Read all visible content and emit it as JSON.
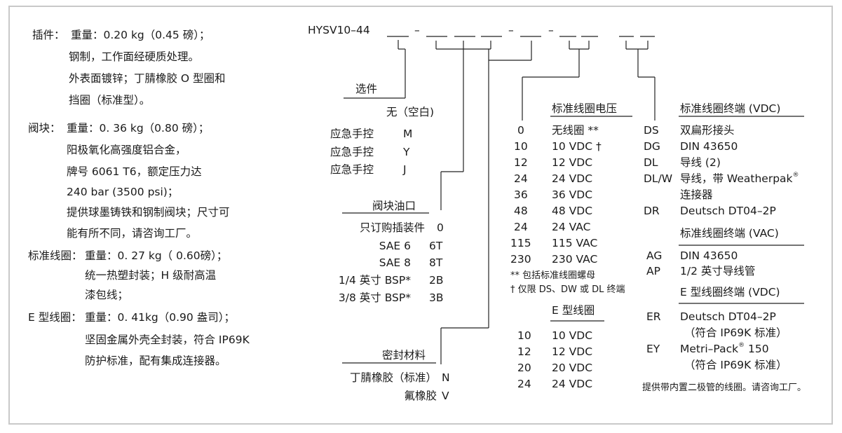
{
  "left": {
    "insert": {
      "label": "插件：",
      "lines": [
        "重量：0.20 kg（0.45 磅）；",
        "钢制，工作面经硬质处理。",
        "外表面镀锌；丁腈橡胶 O 型圈和",
        "挡圈（标准型）。"
      ]
    },
    "body": {
      "label": "阀块：",
      "lines": [
        "重量：0. 36 kg（0.80 磅）；",
        "阳极氧化高强度铝合金，",
        "牌号 6061 T6，额定压力达",
        "240 bar (3500 psi)；",
        "提供球墨铸铁和钢制阀块；尺寸可",
        "能有所不同，请咨询工厂。"
      ]
    },
    "std_coil": {
      "label": "标准线圈：",
      "lines": [
        "重量：0. 27 kg（ 0.60磅）；",
        "统一热塑封装；H 级耐高温",
        "漆包线；"
      ]
    },
    "e_coil": {
      "label": "E 型线圈：",
      "lines": [
        "重量：0. 41kg（0.90 盎司）；",
        "坚固金属外壳全封装，符合 IP69K",
        "防护标准，配有集成连接器。"
      ]
    }
  },
  "model": {
    "code": "HYSV10–44",
    "seps": [
      "–",
      "–",
      "–"
    ]
  },
  "options": {
    "title": "选件",
    "items": [
      {
        "label": "无（空白)",
        "code": ""
      },
      {
        "label": "应急手控",
        "code": "M"
      },
      {
        "label": "应急手控",
        "code": "Y"
      },
      {
        "label": "应急手控",
        "code": "J"
      }
    ]
  },
  "ports": {
    "title": "阀块油口",
    "items": [
      {
        "label": "只订购插装件",
        "code": "0"
      },
      {
        "label": "SAE 6",
        "code": "6T"
      },
      {
        "label": "SAE 8",
        "code": "8T"
      },
      {
        "label": "1/4 英寸 BSP*",
        "code": "2B"
      },
      {
        "label": "3/8 英寸 BSP*",
        "code": "3B"
      }
    ]
  },
  "seals": {
    "title": "密封材料",
    "items": [
      {
        "label": "丁腈橡胶（标准）",
        "code": "N"
      },
      {
        "label": "氟橡胶",
        "code": "V"
      }
    ]
  },
  "voltage": {
    "title": "标准线圈电压",
    "items": [
      {
        "code": "0",
        "label": "无线圈 **"
      },
      {
        "code": "10",
        "label": "10 VDC †"
      },
      {
        "code": "12",
        "label": "12 VDC"
      },
      {
        "code": "24",
        "label": "24 VDC"
      },
      {
        "code": "36",
        "label": "36 VDC"
      },
      {
        "code": "48",
        "label": "48 VDC"
      },
      {
        "code": "24",
        "label": "24 VAC"
      },
      {
        "code": "115",
        "label": "115 VAC"
      },
      {
        "code": "230",
        "label": "230 VAC"
      }
    ],
    "note1": "** 包括标准线圈螺母",
    "note2": "† 仅限 DS、DW 或 DL 终端"
  },
  "e_voltage": {
    "title": "E 型线圈",
    "items": [
      {
        "code": "10",
        "label": "10 VDC"
      },
      {
        "code": "12",
        "label": "12 VDC"
      },
      {
        "code": "20",
        "label": "20 VDC"
      },
      {
        "code": "24",
        "label": "24 VDC"
      }
    ]
  },
  "term_vdc": {
    "title": "标准线圈终端 (VDC)",
    "items": [
      {
        "code": "DS",
        "label": "双扁形接头"
      },
      {
        "code": "DG",
        "label": "DIN 43650"
      },
      {
        "code": "DL",
        "label": "导线 (2)"
      },
      {
        "code": "DL/W",
        "label": "导线，带 Weatherpak",
        "label2": "连接器"
      },
      {
        "code": "DR",
        "label": "Deutsch DT04–2P"
      }
    ]
  },
  "term_vac": {
    "title": "标准线圈终端 (VAC)",
    "items": [
      {
        "code": "AG",
        "label": "DIN 43650"
      },
      {
        "code": "AP",
        "label": "1/2 英寸导线管"
      }
    ]
  },
  "term_e": {
    "title": "E 型线圈终端 (VDC)",
    "items": [
      {
        "code": "ER",
        "label": "Deutsch DT04–2P",
        "label2": "（符合 IP69K 标准）"
      },
      {
        "code": "EY",
        "label": "Metri–Pack",
        "label_b": " 150",
        "label2": "（符合 IP69K 标准）"
      }
    ]
  },
  "registered": "®",
  "footer_note": "提供带内置二极管的线圈。请咨询工厂。"
}
